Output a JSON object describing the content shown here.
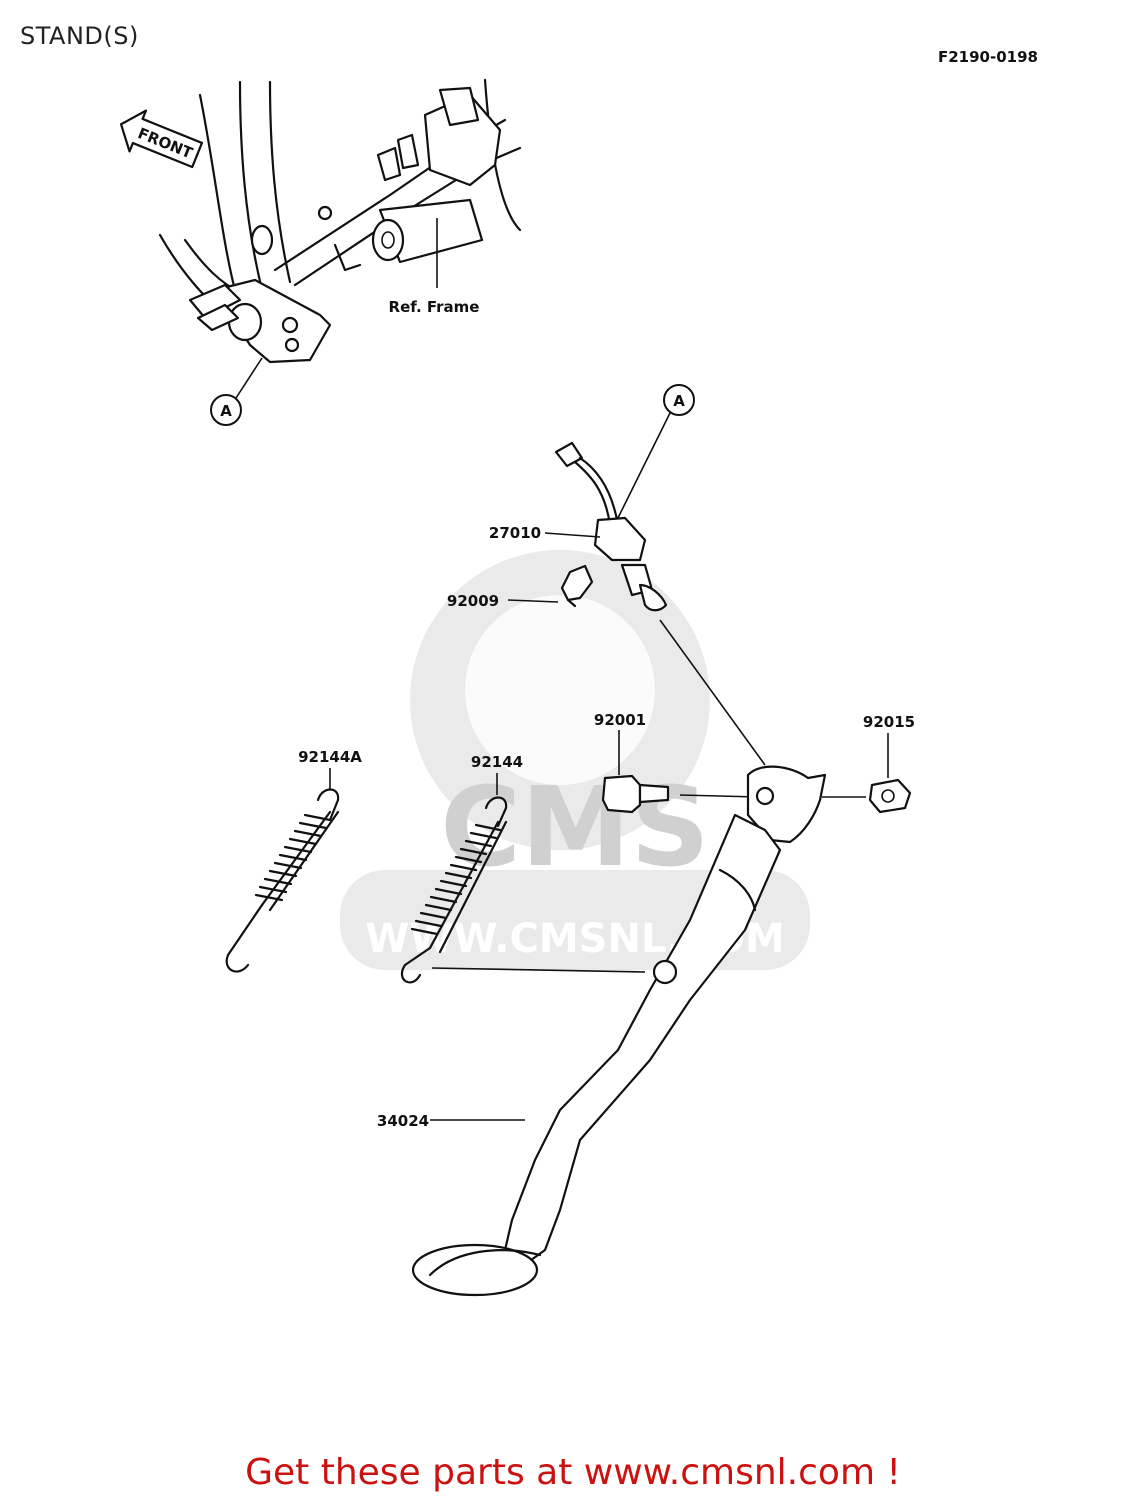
{
  "header": {
    "title": "STAND(S)",
    "figure_code": "F2190-0198"
  },
  "frame": {
    "front_label": "FRONT",
    "ref_label": "Ref. Frame",
    "callout_a": "A"
  },
  "parts": {
    "p27010": "27010",
    "p92009": "92009",
    "p92001": "92001",
    "p92015": "92015",
    "p92144A": "92144A",
    "p92144": "92144",
    "p34024": "34024",
    "callout_a": "A"
  },
  "watermark": {
    "brand": "CMS",
    "url": "WWW.CMSNL.COM"
  },
  "footer": {
    "text": "Get these parts at www.cmsnl.com !",
    "color": "#cc1111"
  }
}
